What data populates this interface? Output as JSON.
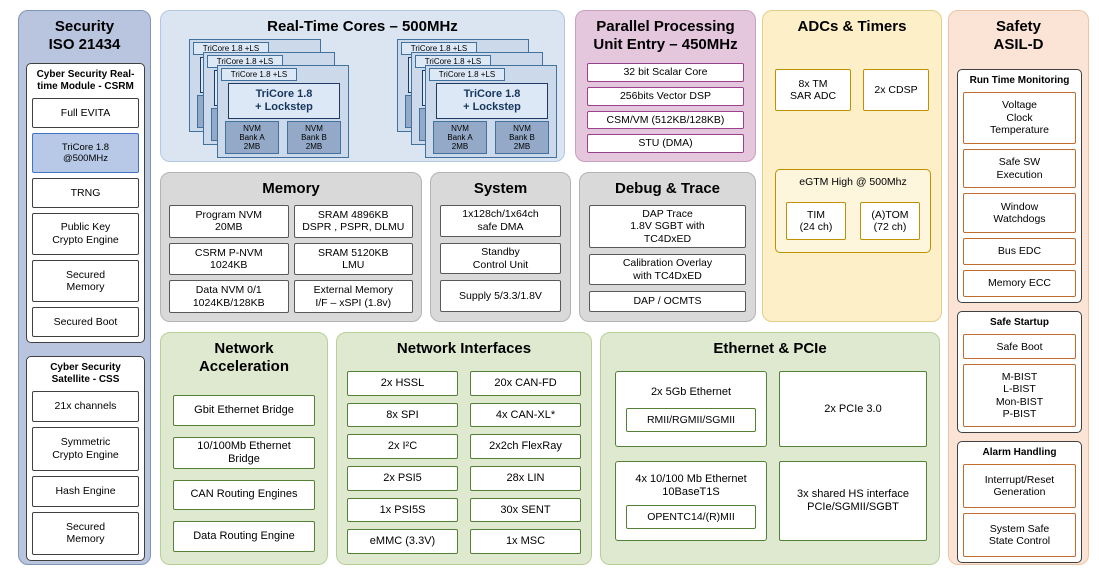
{
  "palette": {
    "security_panel": "#b9c5de",
    "cores_panel": "#dbe5f1",
    "ppu_panel": "#e4c7dd",
    "adc_panel": "#fdf0c8",
    "safety_panel": "#fbe4d5",
    "utility_panel": "#d9d9d9",
    "network_panel": "#dfe9cf",
    "highlighted_core": "#b7c9e6"
  },
  "security": {
    "title": "Security\nISO 21434",
    "csrm": {
      "title": "Cyber Security Real-\ntime Module - CSRM",
      "items": [
        "Full EVITA",
        "TriCore 1.8\n@500MHz",
        "TRNG",
        "Public Key\nCrypto Engine",
        "Secured\nMemory",
        "Secured Boot"
      ]
    },
    "css": {
      "title": "Cyber Security\nSatellite - CSS",
      "items": [
        "21x channels",
        "Symmetric\nCrypto Engine",
        "Hash Engine",
        "Secured\nMemory"
      ]
    }
  },
  "cores": {
    "title": "Real-Time Cores – 500MHz",
    "card": {
      "tab": "TriCore 1.8 +LS",
      "core": "TriCore 1.8\n+ Lockstep",
      "bank_a": "NVM\nBank A\n2MB",
      "bank_b": "NVM\nBank B\n2MB"
    }
  },
  "ppu": {
    "title": "Parallel Processing\nUnit Entry – 450MHz",
    "items": [
      "32 bit Scalar Core",
      "256bits Vector DSP",
      "CSM/VM (512KB/128KB)",
      "STU (DMA)"
    ]
  },
  "adc": {
    "title": "ADCs & Timers",
    "sar_adc": "8x TM\nSAR ADC",
    "cdsp": "2x CDSP",
    "egtm": {
      "title": "eGTM High @ 500Mhz",
      "tim": "TIM\n(24 ch)",
      "atom": "(A)TOM\n(72 ch)"
    }
  },
  "safety": {
    "title": "Safety\nASIL-D",
    "runtime": {
      "title": "Run Time Monitoring",
      "items": [
        "Voltage\nClock\nTemperature",
        "Safe SW\nExecution",
        "Window\nWatchdogs",
        "Bus EDC",
        "Memory ECC"
      ]
    },
    "startup": {
      "title": "Safe Startup",
      "items": [
        "Safe Boot",
        "M-BIST\nL-BIST\nMon-BIST\nP-BIST"
      ]
    },
    "alarm": {
      "title": "Alarm Handling",
      "items": [
        "Interrupt/Reset\nGeneration",
        "System Safe\nState Control"
      ]
    }
  },
  "memory": {
    "title": "Memory",
    "items": [
      "Program NVM\n20MB",
      "SRAM 4896KB\nDSPR , PSPR, DLMU",
      "CSRM P-NVM\n1024KB",
      "SRAM 5120KB\nLMU",
      "Data NVM 0/1\n1024KB/128KB",
      "External Memory\nI/F – xSPI (1.8v)"
    ]
  },
  "system": {
    "title": "System",
    "items": [
      "1x128ch/1x64ch\nsafe DMA",
      "Standby\nControl Unit",
      "Supply 5/3.3/1.8V"
    ]
  },
  "debug": {
    "title": "Debug & Trace",
    "items": [
      "DAP Trace\n1.8V SGBT with\nTC4DxED",
      "Calibration Overlay\nwith TC4DxED",
      "DAP / OCMTS"
    ]
  },
  "net_accel": {
    "title": "Network\nAcceleration",
    "items": [
      "Gbit Ethernet Bridge",
      "10/100Mb Ethernet\nBridge",
      "CAN Routing Engines",
      "Data Routing Engine"
    ]
  },
  "net_if": {
    "title": "Network Interfaces",
    "left": [
      "2x HSSL",
      "8x SPI",
      "2x I²C",
      "2x PSI5",
      "1x PSI5S",
      "eMMC (3.3V)"
    ],
    "right": [
      "20x CAN-FD",
      "4x CAN-XL*",
      "2x2ch FlexRay",
      "28x LIN",
      "30x SENT",
      "1x MSC"
    ]
  },
  "eth": {
    "title": "Ethernet & PCIe",
    "eth5gb": {
      "title": "2x 5Gb Ethernet",
      "inner": "RMII/RGMII/SGMII"
    },
    "pcie": "2x PCIe 3.0",
    "eth10": {
      "title": "4x 10/100 Mb Ethernet\n10BaseT1S",
      "inner": "OPENTC14/(R)MII"
    },
    "shared": "3x shared HS interface\nPCIe/SGMII/SGBT"
  }
}
